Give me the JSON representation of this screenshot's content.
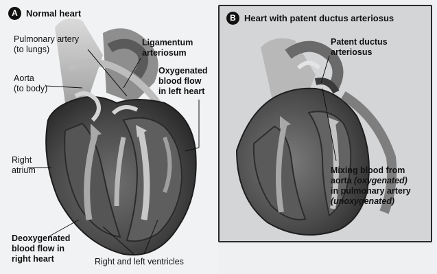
{
  "panel_a": {
    "badge": "A",
    "title": "Normal heart",
    "labels": {
      "pulmonary_artery": [
        "Pulmonary artery",
        "(to lungs)"
      ],
      "aorta": [
        "Aorta",
        "(to body)"
      ],
      "ligamentum": [
        "Ligamentum",
        "arteriosum"
      ],
      "oxygenated": [
        "Oxygenated",
        "blood flow",
        "in left heart"
      ],
      "right_atrium": [
        "Right",
        "atrium"
      ],
      "deoxygenated": [
        "Deoxygenated",
        "blood flow in",
        "right heart"
      ],
      "ventricles": "Right and left ventricles"
    }
  },
  "panel_b": {
    "badge": "B",
    "title": "Heart with patent ductus arteriosus",
    "labels": {
      "pda": [
        "Patent ductus",
        "arteriosus"
      ],
      "mixing": {
        "line1": "Mixing blood from",
        "line2_a": "aorta ",
        "line2_b": "(oxygenated)",
        "line3": "in pulmonary artery",
        "line4": "(unoxygenated)"
      }
    }
  },
  "colors": {
    "background": "#eef0f2",
    "panel_b_bg": "#d4d5d7",
    "heart_dark": "#3c3c3c",
    "heart_mid": "#8d8d8d",
    "text": "#111111"
  }
}
